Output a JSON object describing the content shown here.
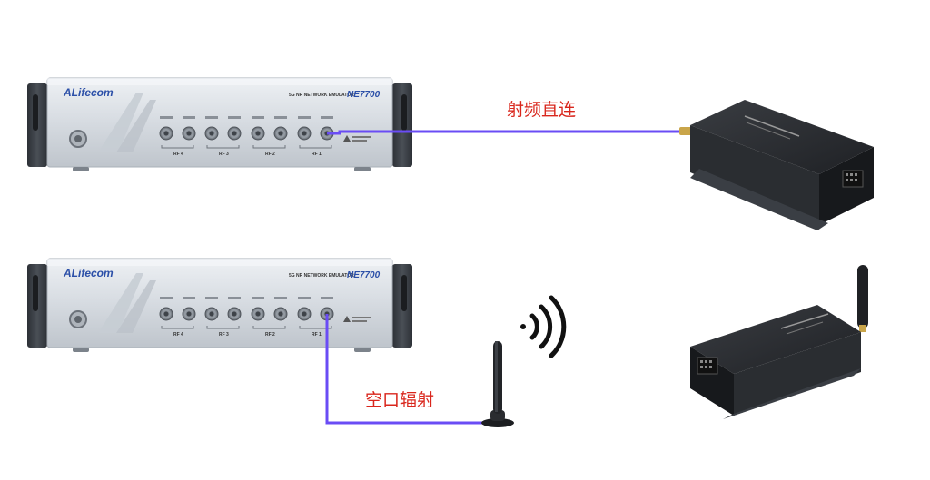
{
  "instrument": {
    "brand": "Lifecom",
    "brand_initial": "A",
    "model": "NE7700",
    "subtitle": "5G NR NETWORK EMULATOR",
    "port_groups": [
      "RF 4",
      "RF 3",
      "RF 2",
      "RF 1"
    ]
  },
  "links": {
    "direct_label": "射频直连",
    "ota_label": "空口辐射"
  },
  "colors": {
    "cable": "#6a4cf5",
    "label": "#d9261c",
    "panel": "#d8dde3",
    "bracket": "#3b3f45",
    "module": "#2a2d31"
  }
}
